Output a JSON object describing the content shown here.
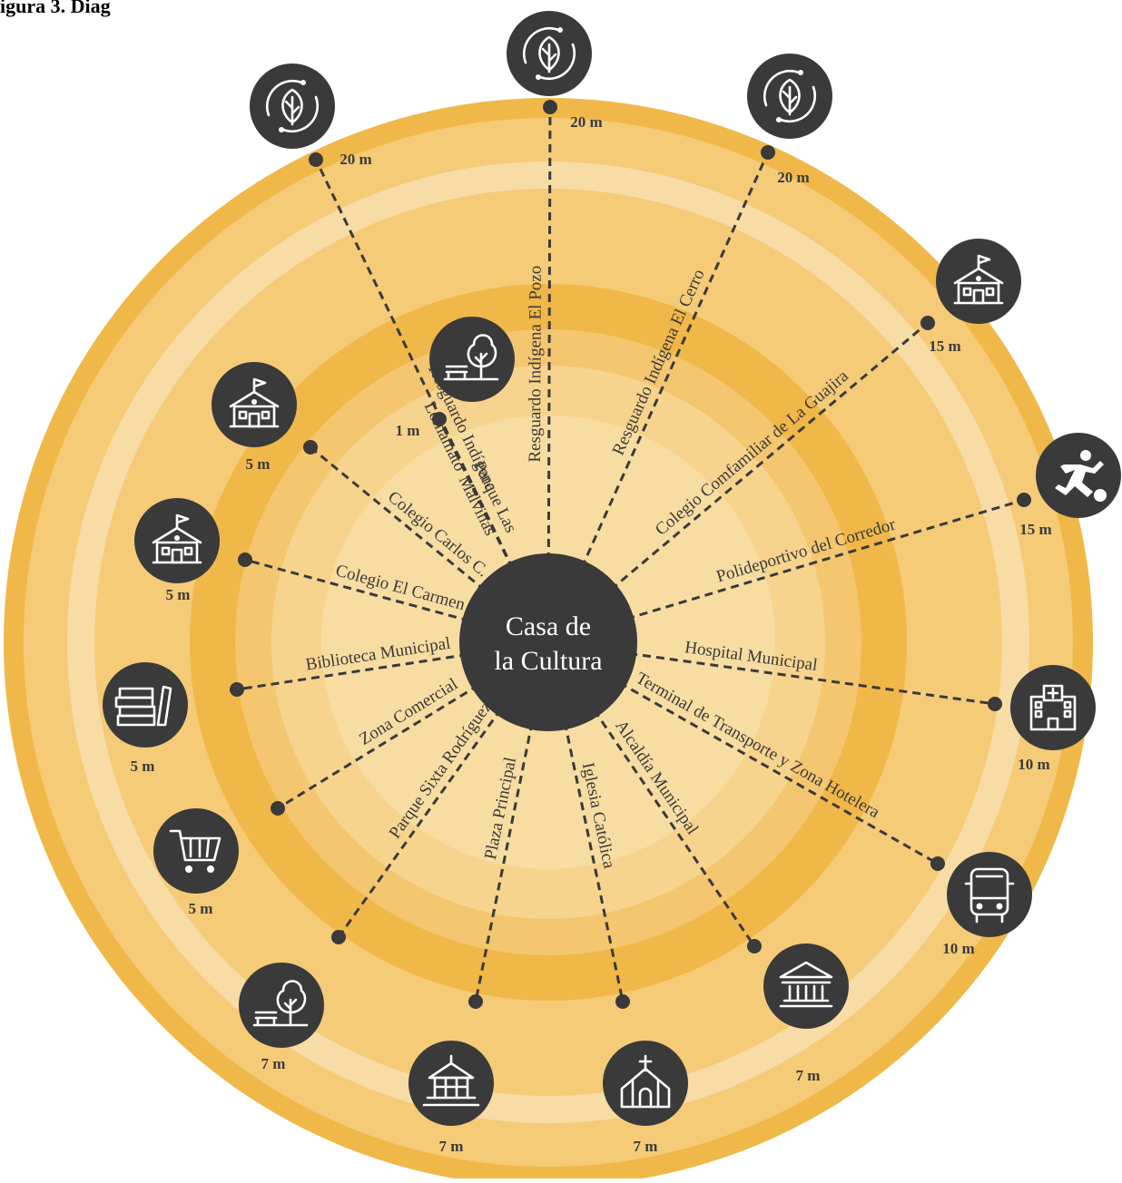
{
  "header": {
    "text": "igura 3. Diag"
  },
  "center": {
    "line1": "Casa de",
    "line2": "la Cultura"
  },
  "colors": {
    "ring_outer": "#f0b848",
    "ring_mid1": "#f5cb78",
    "ring_mid2": "#f8dca6",
    "ring_inner_band": "#f0b848",
    "ring_inner1": "#f4c670",
    "ring_inner2": "#f7d48e",
    "ring_core": "#f8dda2",
    "dark": "#3a3a3a"
  },
  "destinations": [
    {
      "id": "resguardo-lomamato",
      "label": "Resguardo Indígena Lomamato",
      "distance": "20 m",
      "icon": "leaf-icon"
    },
    {
      "id": "resguardo-el-pozo",
      "label": "Resguardo Indígena El Pozo",
      "distance": "20 m",
      "icon": "leaf-icon"
    },
    {
      "id": "resguardo-el-cerro",
      "label": "Resguardo Indígena El Cerro",
      "distance": "20 m",
      "icon": "leaf-icon"
    },
    {
      "id": "colegio-comfamiliar",
      "label": "Colegio Comfamiliar de La Guajira",
      "distance": "15 m",
      "icon": "school-icon"
    },
    {
      "id": "polideportivo",
      "label": "Polideportivo del Corredor",
      "distance": "15 m",
      "icon": "soccer-player-icon"
    },
    {
      "id": "hospital",
      "label": "Hospital Municipal",
      "distance": "10 m",
      "icon": "hospital-icon"
    },
    {
      "id": "terminal",
      "label": "Terminal de Transporte y Zona Hotelera",
      "distance": "10 m",
      "icon": "bus-icon"
    },
    {
      "id": "alcaldia",
      "label": "Alcaldía Municipal",
      "distance": "7 m",
      "icon": "government-building-icon"
    },
    {
      "id": "iglesia",
      "label": "Iglesia Católica",
      "distance": "7 m",
      "icon": "church-icon"
    },
    {
      "id": "plaza",
      "label": "Plaza Principal",
      "distance": "7 m",
      "icon": "kiosk-icon"
    },
    {
      "id": "parque-sixta",
      "label": "Parque Sixta Rodríguez",
      "distance": "7 m",
      "icon": "park-icon"
    },
    {
      "id": "zona-comercial",
      "label": "Zona Comercial",
      "distance": "5 m",
      "icon": "shopping-cart-icon"
    },
    {
      "id": "biblioteca",
      "label": "Biblioteca Municipal",
      "distance": "5 m",
      "icon": "books-icon"
    },
    {
      "id": "colegio-el-carmen",
      "label": "Colegio El Carmen",
      "distance": "5 m",
      "icon": "school-icon"
    },
    {
      "id": "colegio-carlos",
      "label": "Colegio Carlos C.",
      "distance": "5 m",
      "icon": "school-icon"
    },
    {
      "id": "parque-malvinas",
      "label": "Parque Las Malvinas",
      "distance": "1 m",
      "icon": "park-icon"
    }
  ]
}
